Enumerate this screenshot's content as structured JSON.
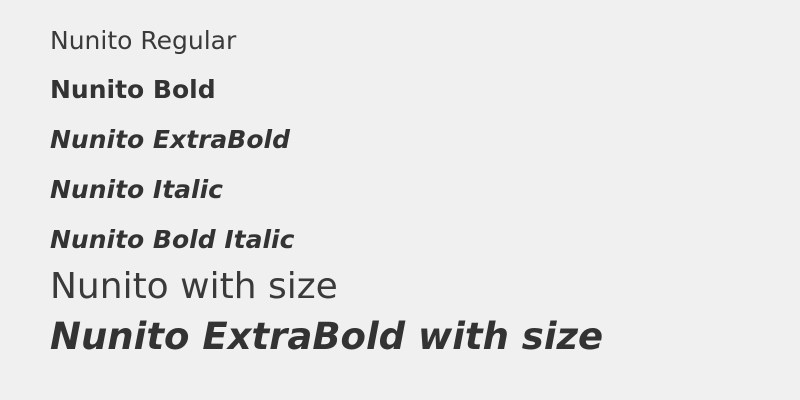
{
  "samples": [
    {
      "text": "Nunito Regular"
    },
    {
      "text": "Nunito Bold"
    },
    {
      "text": "Nunito ExtraBold"
    },
    {
      "text": "Nunito Italic"
    },
    {
      "text": "Nunito Bold Italic"
    },
    {
      "text": "Nunito with size"
    },
    {
      "text": "Nunito ExtraBold with size"
    }
  ],
  "colors": {
    "background": "#f0f0f0",
    "text": "#333333"
  }
}
